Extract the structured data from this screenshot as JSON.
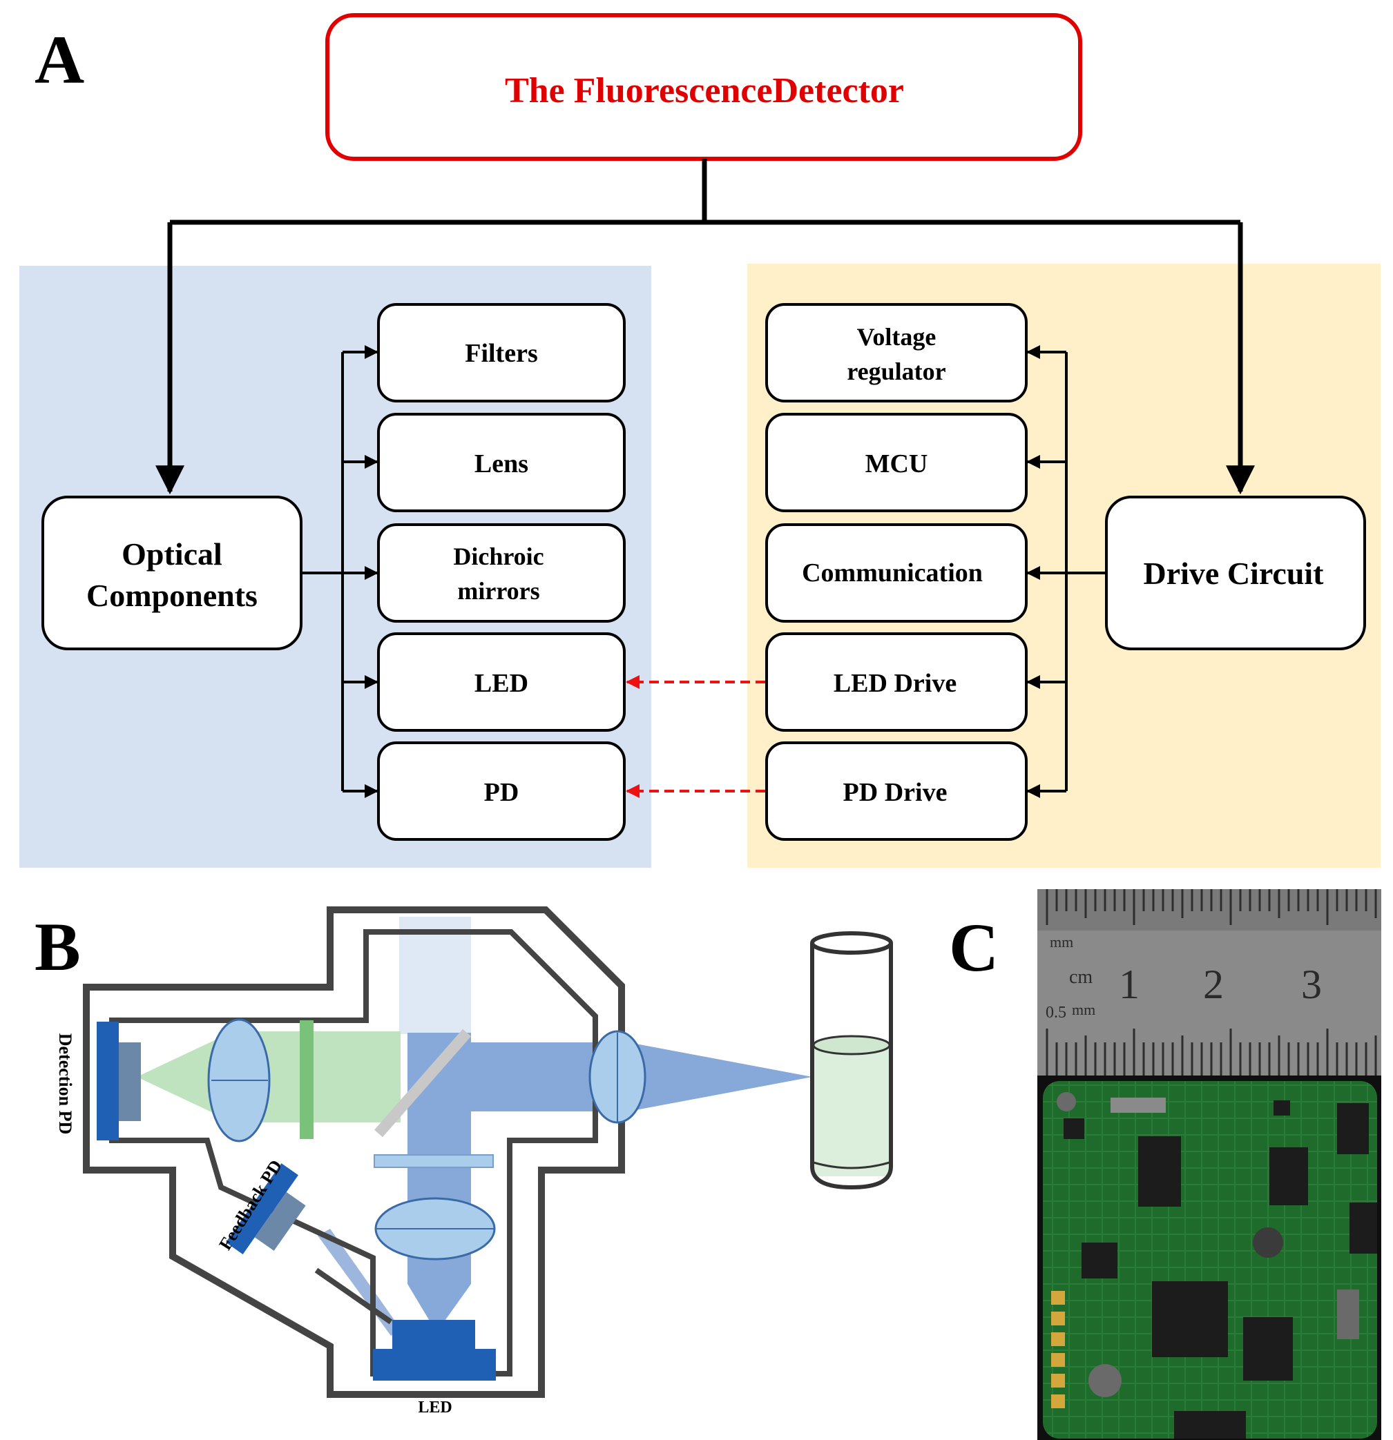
{
  "panels": {
    "a": "A",
    "b": "B",
    "c": "C"
  },
  "colors": {
    "title_red": "#e00000",
    "optical_bg": "#d6e2f2",
    "drive_bg": "#fff0c9",
    "link_red": "#ee1111",
    "pcb_green": "#1f6b2c",
    "ruler": "#8a8a8a"
  },
  "block_diagram": {
    "title": "The FluorescenceDetector",
    "optical": {
      "name_line1": "Optical",
      "name_line2": "Components",
      "items": [
        {
          "line1": "Filters",
          "line2": ""
        },
        {
          "line1": "Lens",
          "line2": ""
        },
        {
          "line1": "Dichroic",
          "line2": "mirrors"
        },
        {
          "line1": "LED",
          "line2": ""
        },
        {
          "line1": "PD",
          "line2": ""
        }
      ]
    },
    "drive": {
      "name": "Drive Circuit",
      "items": [
        {
          "line1": "Voltage",
          "line2": "regulator"
        },
        {
          "line1": "MCU",
          "line2": ""
        },
        {
          "line1": "Communication",
          "line2": ""
        },
        {
          "line1": "LED Drive",
          "line2": ""
        },
        {
          "line1": "PD Drive",
          "line2": ""
        }
      ]
    }
  },
  "optics_schematic": {
    "detection_pd": "Detection PD",
    "feedback_pd": "Feedback PD",
    "led": "LED"
  },
  "photo": {
    "ruler_mm": "mm",
    "ruler_cm": "cm",
    "ruler_half": "0.5",
    "ruler_half_mm": "mm",
    "n1": "1",
    "n2": "2",
    "n3": "3"
  }
}
